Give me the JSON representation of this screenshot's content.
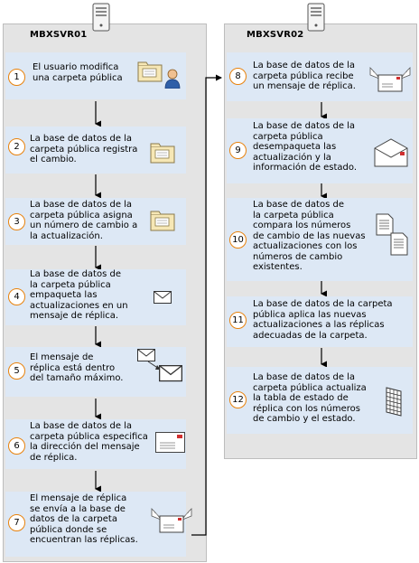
{
  "servers": [
    {
      "name": "MBXSVR01"
    },
    {
      "name": "MBXSVR02"
    }
  ],
  "steps": [
    {
      "num": "1",
      "text": [
        "El usuario modifica",
        "una carpeta pública"
      ]
    },
    {
      "num": "2",
      "text": [
        "La base de datos de la",
        "carpeta pública registra",
        "el cambio."
      ]
    },
    {
      "num": "3",
      "text": [
        "La base de datos de la",
        "carpeta pública asigna",
        "un número de cambio a",
        "la actualización."
      ]
    },
    {
      "num": "4",
      "text": [
        "La base de datos de",
        "la carpeta pública",
        "empaqueta las",
        "actualizaciones en un",
        "mensaje de réplica."
      ]
    },
    {
      "num": "5",
      "text": [
        "El mensaje de",
        "réplica está dentro",
        "del tamaño máximo."
      ]
    },
    {
      "num": "6",
      "text": [
        "La base de datos de la",
        "carpeta pública especifica",
        "la dirección del mensaje",
        "de réplica."
      ]
    },
    {
      "num": "7",
      "text": [
        "El mensaje de réplica",
        "se envía a la base de",
        "datos de la carpeta",
        "pública donde se",
        "encuentran las réplicas."
      ]
    },
    {
      "num": "8",
      "text": [
        "La base de datos de la",
        "carpeta pública recibe",
        "un mensaje de réplica."
      ]
    },
    {
      "num": "9",
      "text": [
        "La base de datos de la",
        "carpeta pública",
        "desempaqueta las",
        "actualización y la",
        "información de estado."
      ]
    },
    {
      "num": "10",
      "text": [
        "La base de datos de",
        "la carpeta pública",
        "compara los números",
        "de cambio de las nuevas",
        "actualizaciones con los",
        "números de cambio",
        "existentes."
      ]
    },
    {
      "num": "11",
      "text": [
        "La base de datos de la carpeta",
        "pública aplica las nuevas",
        "actualizaciones a las réplicas",
        "adecuadas de la carpeta."
      ]
    },
    {
      "num": "12",
      "text": [
        "La base de datos de la",
        "carpeta pública actualiza",
        "la tabla de estado de",
        "réplica con los números",
        "de cambio y el estado."
      ]
    }
  ],
  "colors": {
    "step_bg": "#dde8f5",
    "panel_bg": "#e4e4e4",
    "circle": "#e8820c",
    "line": "#000000"
  },
  "icons": [
    "server-icon",
    "folder-icon",
    "user-icon",
    "envelope-icon",
    "envelope-pair-icon",
    "winged-envelope-icon",
    "open-envelope-icon",
    "documents-icon",
    "grid-table-icon"
  ]
}
